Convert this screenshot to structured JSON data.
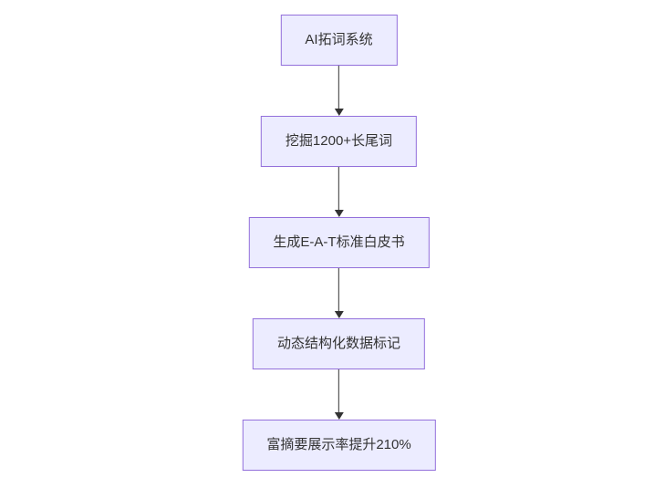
{
  "diagram": {
    "type": "flowchart",
    "direction": "top-down",
    "nodes": [
      {
        "id": "n1",
        "label": "AI拓词系统"
      },
      {
        "id": "n2",
        "label": "挖掘1200+长尾词"
      },
      {
        "id": "n3",
        "label": "生成E-A-T标准白皮书"
      },
      {
        "id": "n4",
        "label": "动态结构化数据标记"
      },
      {
        "id": "n5",
        "label": "富摘要展示率提升210%"
      }
    ],
    "edges": [
      {
        "from": "n1",
        "to": "n2"
      },
      {
        "from": "n2",
        "to": "n3"
      },
      {
        "from": "n3",
        "to": "n4"
      },
      {
        "from": "n4",
        "to": "n5"
      }
    ],
    "colors": {
      "background": "#ffffff",
      "node_fill": "#ECECFF",
      "node_border": "#9370DB",
      "node_text": "#333333",
      "arrow": "#333333"
    }
  }
}
